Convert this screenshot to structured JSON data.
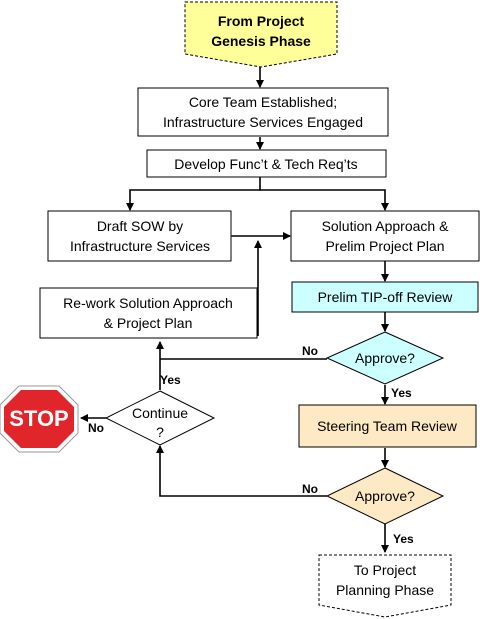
{
  "nodes": {
    "from_project": {
      "line1": "From Project",
      "line2": "Genesis Phase",
      "fill": "#ffff99"
    },
    "core_team": {
      "line1": "Core Team Established;",
      "line2": "Infrastructure Services Engaged"
    },
    "develop": {
      "line1": "Develop Func’t & Tech Req’ts"
    },
    "draft_sow": {
      "line1": "Draft SOW by",
      "line2": "Infrastructure Services"
    },
    "solution": {
      "line1": "Solution Approach &",
      "line2": "Prelim Project Plan"
    },
    "prelim_tip": {
      "line1": "Prelim TIP-off Review",
      "fill": "#ccffff"
    },
    "approve1": {
      "line1": "Approve?",
      "fill": "#ccffff"
    },
    "rework": {
      "line1": "Re-work Solution Approach",
      "line2": "& Project Plan"
    },
    "continue": {
      "line1": "Continue",
      "line2": "?"
    },
    "stop": {
      "line1": "STOP",
      "fill": "#e0252b"
    },
    "steering": {
      "line1": "Steering Team Review",
      "fill": "#fde9c4"
    },
    "approve2": {
      "line1": "Approve?",
      "fill": "#fde9c4"
    },
    "to_project": {
      "line1": "To Project",
      "line2": "Planning Phase"
    }
  },
  "edge_labels": {
    "approve1_no": "No",
    "approve1_yes": "Yes",
    "continue_yes": "Yes",
    "continue_no": "No",
    "approve2_no": "No",
    "approve2_yes": "Yes"
  }
}
